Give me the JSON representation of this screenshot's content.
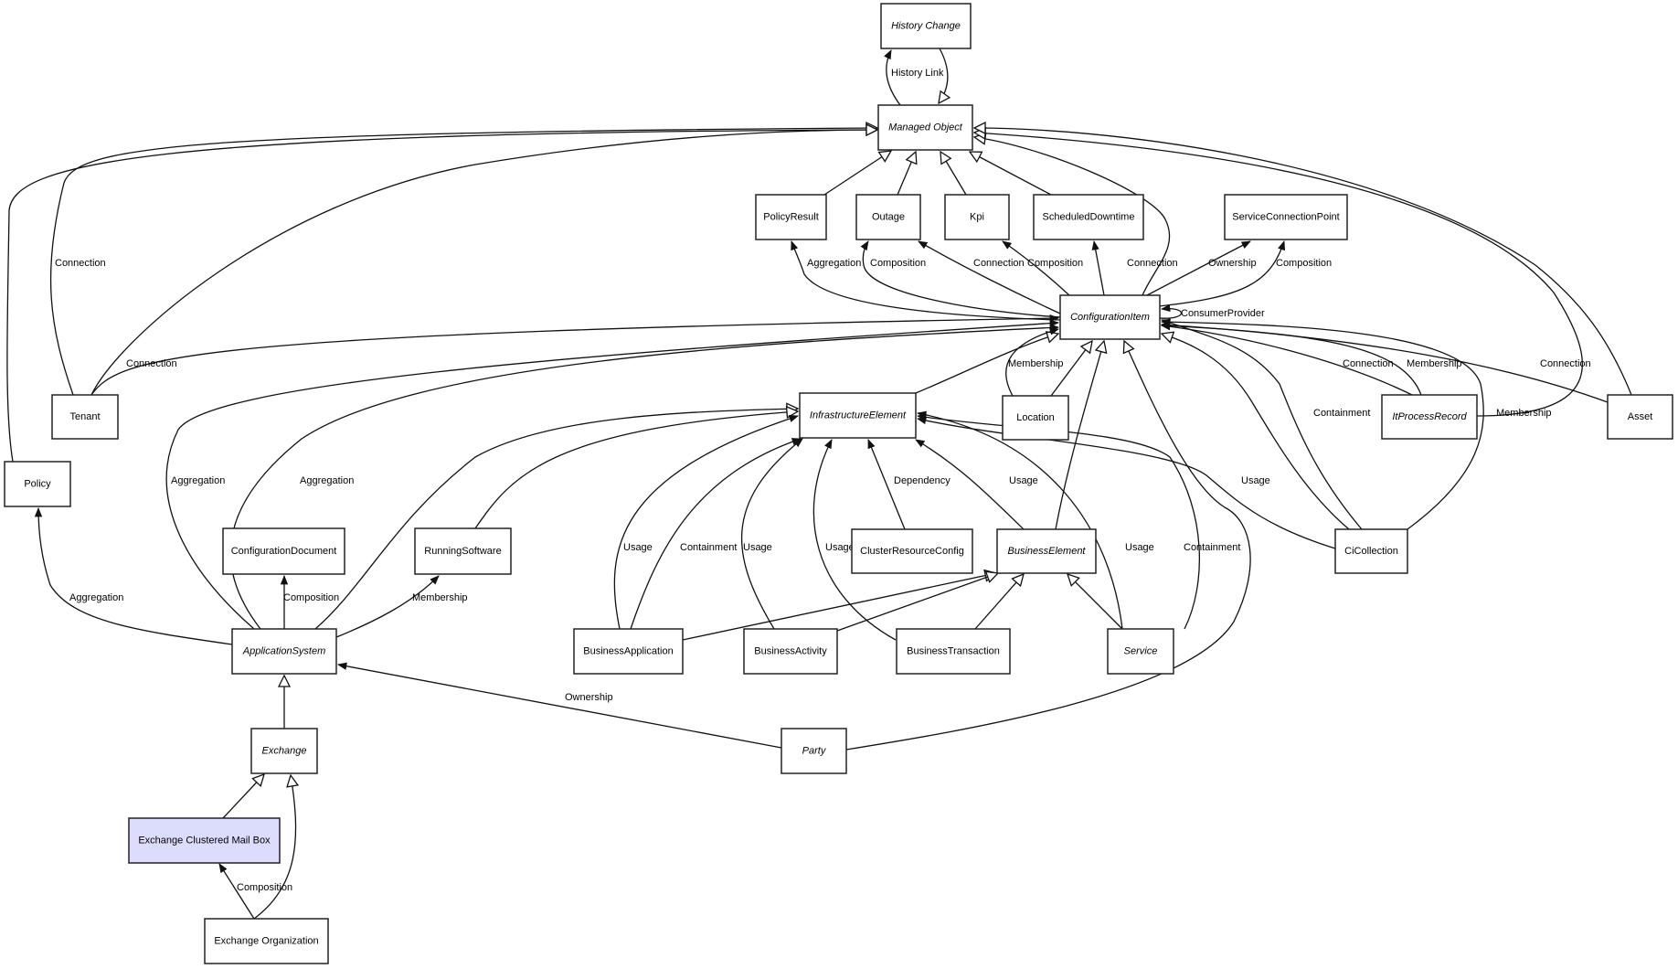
{
  "diagram": {
    "type": "UML class diagram",
    "nodes": [
      {
        "id": "history_change",
        "label": "History Change",
        "abstract": true
      },
      {
        "id": "managed_object",
        "label": "Managed Object",
        "abstract": true
      },
      {
        "id": "policy_result",
        "label": "PolicyResult",
        "abstract": false
      },
      {
        "id": "outage",
        "label": "Outage",
        "abstract": false
      },
      {
        "id": "kpi",
        "label": "Kpi",
        "abstract": false
      },
      {
        "id": "scheduled_downtime",
        "label": "ScheduledDowntime",
        "abstract": false
      },
      {
        "id": "service_connection_point",
        "label": "ServiceConnectionPoint",
        "abstract": false
      },
      {
        "id": "configuration_item",
        "label": "ConfigurationItem",
        "abstract": true
      },
      {
        "id": "tenant",
        "label": "Tenant",
        "abstract": false
      },
      {
        "id": "policy",
        "label": "Policy",
        "abstract": false
      },
      {
        "id": "infrastructure_element",
        "label": "InfrastructureElement",
        "abstract": true
      },
      {
        "id": "location",
        "label": "Location",
        "abstract": false
      },
      {
        "id": "it_process_record",
        "label": "ItProcessRecord",
        "abstract": true
      },
      {
        "id": "asset",
        "label": "Asset",
        "abstract": false
      },
      {
        "id": "configuration_document",
        "label": "ConfigurationDocument",
        "abstract": false
      },
      {
        "id": "running_software",
        "label": "RunningSoftware",
        "abstract": false
      },
      {
        "id": "cluster_resource_config",
        "label": "ClusterResourceConfig",
        "abstract": false
      },
      {
        "id": "business_element",
        "label": "BusinessElement",
        "abstract": true
      },
      {
        "id": "ci_collection",
        "label": "CiCollection",
        "abstract": false
      },
      {
        "id": "application_system",
        "label": "ApplicationSystem",
        "abstract": true
      },
      {
        "id": "business_application",
        "label": "BusinessApplication",
        "abstract": false
      },
      {
        "id": "business_activity",
        "label": "BusinessActivity",
        "abstract": false
      },
      {
        "id": "business_transaction",
        "label": "BusinessTransaction",
        "abstract": false
      },
      {
        "id": "service",
        "label": "Service",
        "abstract": true
      },
      {
        "id": "exchange",
        "label": "Exchange",
        "abstract": true
      },
      {
        "id": "party",
        "label": "Party",
        "abstract": true
      },
      {
        "id": "exchange_clustered_mail_box",
        "label": "Exchange Clustered Mail Box",
        "abstract": false,
        "highlighted": true
      },
      {
        "id": "exchange_organization",
        "label": "Exchange Organization",
        "abstract": false
      }
    ],
    "edges": [
      {
        "from": "managed_object",
        "to": "history_change",
        "label": "History Link",
        "kind": "association"
      },
      {
        "from": "history_change",
        "to": "managed_object",
        "label": "",
        "kind": "generalization"
      },
      {
        "from": "policy_result",
        "to": "managed_object",
        "label": "",
        "kind": "generalization"
      },
      {
        "from": "outage",
        "to": "managed_object",
        "label": "",
        "kind": "generalization"
      },
      {
        "from": "kpi",
        "to": "managed_object",
        "label": "",
        "kind": "generalization"
      },
      {
        "from": "scheduled_downtime",
        "to": "managed_object",
        "label": "",
        "kind": "generalization"
      },
      {
        "from": "configuration_item",
        "to": "managed_object",
        "label": "",
        "kind": "generalization"
      },
      {
        "from": "it_process_record",
        "to": "managed_object",
        "label": "",
        "kind": "generalization"
      },
      {
        "from": "asset",
        "to": "managed_object",
        "label": "",
        "kind": "generalization"
      },
      {
        "from": "tenant",
        "to": "managed_object",
        "label": "Connection",
        "kind": "generalization"
      },
      {
        "from": "tenant",
        "to": "managed_object",
        "label": "",
        "kind": "generalization"
      },
      {
        "from": "policy",
        "to": "managed_object",
        "label": "",
        "kind": "generalization"
      },
      {
        "from": "configuration_item",
        "to": "policy_result",
        "label": "Aggregation",
        "kind": "association"
      },
      {
        "from": "configuration_item",
        "to": "outage",
        "label": "Composition",
        "kind": "association"
      },
      {
        "from": "configuration_item",
        "to": "outage",
        "label": "Connection",
        "kind": "association"
      },
      {
        "from": "configuration_item",
        "to": "kpi",
        "label": "Composition",
        "kind": "association"
      },
      {
        "from": "configuration_item",
        "to": "scheduled_downtime",
        "label": "Connection",
        "kind": "association"
      },
      {
        "from": "configuration_item",
        "to": "service_connection_point",
        "label": "Ownership",
        "kind": "association"
      },
      {
        "from": "configuration_item",
        "to": "service_connection_point",
        "label": "Composition",
        "kind": "association"
      },
      {
        "from": "configuration_item",
        "to": "configuration_item",
        "label": "ConsumerProvider",
        "kind": "association"
      },
      {
        "from": "tenant",
        "to": "configuration_item",
        "label": "Connection",
        "kind": "association"
      },
      {
        "from": "application_system",
        "to": "configuration_item",
        "label": "Aggregation",
        "kind": "association"
      },
      {
        "from": "application_system",
        "to": "configuration_item",
        "label": "Aggregation",
        "kind": "association"
      },
      {
        "from": "infrastructure_element",
        "to": "configuration_item",
        "label": "",
        "kind": "generalization"
      },
      {
        "from": "location",
        "to": "configuration_item",
        "label": "Membership",
        "kind": "association"
      },
      {
        "from": "location",
        "to": "configuration_item",
        "label": "",
        "kind": "generalization"
      },
      {
        "from": "business_element",
        "to": "configuration_item",
        "label": "",
        "kind": "generalization"
      },
      {
        "from": "party",
        "to": "configuration_item",
        "label": "",
        "kind": "generalization"
      },
      {
        "from": "ci_collection",
        "to": "configuration_item",
        "label": "Containment",
        "kind": "association"
      },
      {
        "from": "ci_collection",
        "to": "configuration_item",
        "label": "",
        "kind": "generalization"
      },
      {
        "from": "ci_collection",
        "to": "configuration_item",
        "label": "Membership",
        "kind": "association"
      },
      {
        "from": "it_process_record",
        "to": "configuration_item",
        "label": "Connection",
        "kind": "association"
      },
      {
        "from": "it_process_record",
        "to": "configuration_item",
        "label": "Membership",
        "kind": "association"
      },
      {
        "from": "asset",
        "to": "configuration_item",
        "label": "Connection",
        "kind": "association"
      },
      {
        "from": "application_system",
        "to": "policy",
        "label": "Aggregation",
        "kind": "association"
      },
      {
        "from": "application_system",
        "to": "configuration_document",
        "label": "Composition",
        "kind": "association"
      },
      {
        "from": "application_system",
        "to": "running_software",
        "label": "Membership",
        "kind": "association"
      },
      {
        "from": "application_system",
        "to": "infrastructure_element",
        "label": "",
        "kind": "generalization"
      },
      {
        "from": "running_software",
        "to": "infrastructure_element",
        "label": "",
        "kind": "generalization"
      },
      {
        "from": "business_application",
        "to": "infrastructure_element",
        "label": "Usage",
        "kind": "association"
      },
      {
        "from": "business_application",
        "to": "infrastructure_element",
        "label": "Containment",
        "kind": "association"
      },
      {
        "from": "business_activity",
        "to": "infrastructure_element",
        "label": "Usage",
        "kind": "association"
      },
      {
        "from": "business_transaction",
        "to": "infrastructure_element",
        "label": "Usage",
        "kind": "association"
      },
      {
        "from": "cluster_resource_config",
        "to": "infrastructure_element",
        "label": "Dependency",
        "kind": "association"
      },
      {
        "from": "business_element",
        "to": "infrastructure_element",
        "label": "Usage",
        "kind": "association"
      },
      {
        "from": "service",
        "to": "infrastructure_element",
        "label": "Usage",
        "kind": "association"
      },
      {
        "from": "service",
        "to": "infrastructure_element",
        "label": "Containment",
        "kind": "association"
      },
      {
        "from": "ci_collection",
        "to": "infrastructure_element",
        "label": "Usage",
        "kind": "association"
      },
      {
        "from": "business_application",
        "to": "business_element",
        "label": "",
        "kind": "generalization"
      },
      {
        "from": "business_activity",
        "to": "business_element",
        "label": "",
        "kind": "generalization"
      },
      {
        "from": "business_transaction",
        "to": "business_element",
        "label": "",
        "kind": "generalization"
      },
      {
        "from": "service",
        "to": "business_element",
        "label": "",
        "kind": "generalization"
      },
      {
        "from": "exchange",
        "to": "application_system",
        "label": "",
        "kind": "generalization"
      },
      {
        "from": "party",
        "to": "application_system",
        "label": "Ownership",
        "kind": "association"
      },
      {
        "from": "exchange_clustered_mail_box",
        "to": "exchange",
        "label": "",
        "kind": "generalization"
      },
      {
        "from": "exchange_organization",
        "to": "exchange",
        "label": "",
        "kind": "generalization"
      },
      {
        "from": "exchange_organization",
        "to": "exchange_clustered_mail_box",
        "label": "Composition",
        "kind": "association"
      }
    ],
    "colors": {
      "highlight_fill": "#dcdcfc",
      "node_fill": "#ffffff",
      "stroke": "#222222"
    }
  }
}
